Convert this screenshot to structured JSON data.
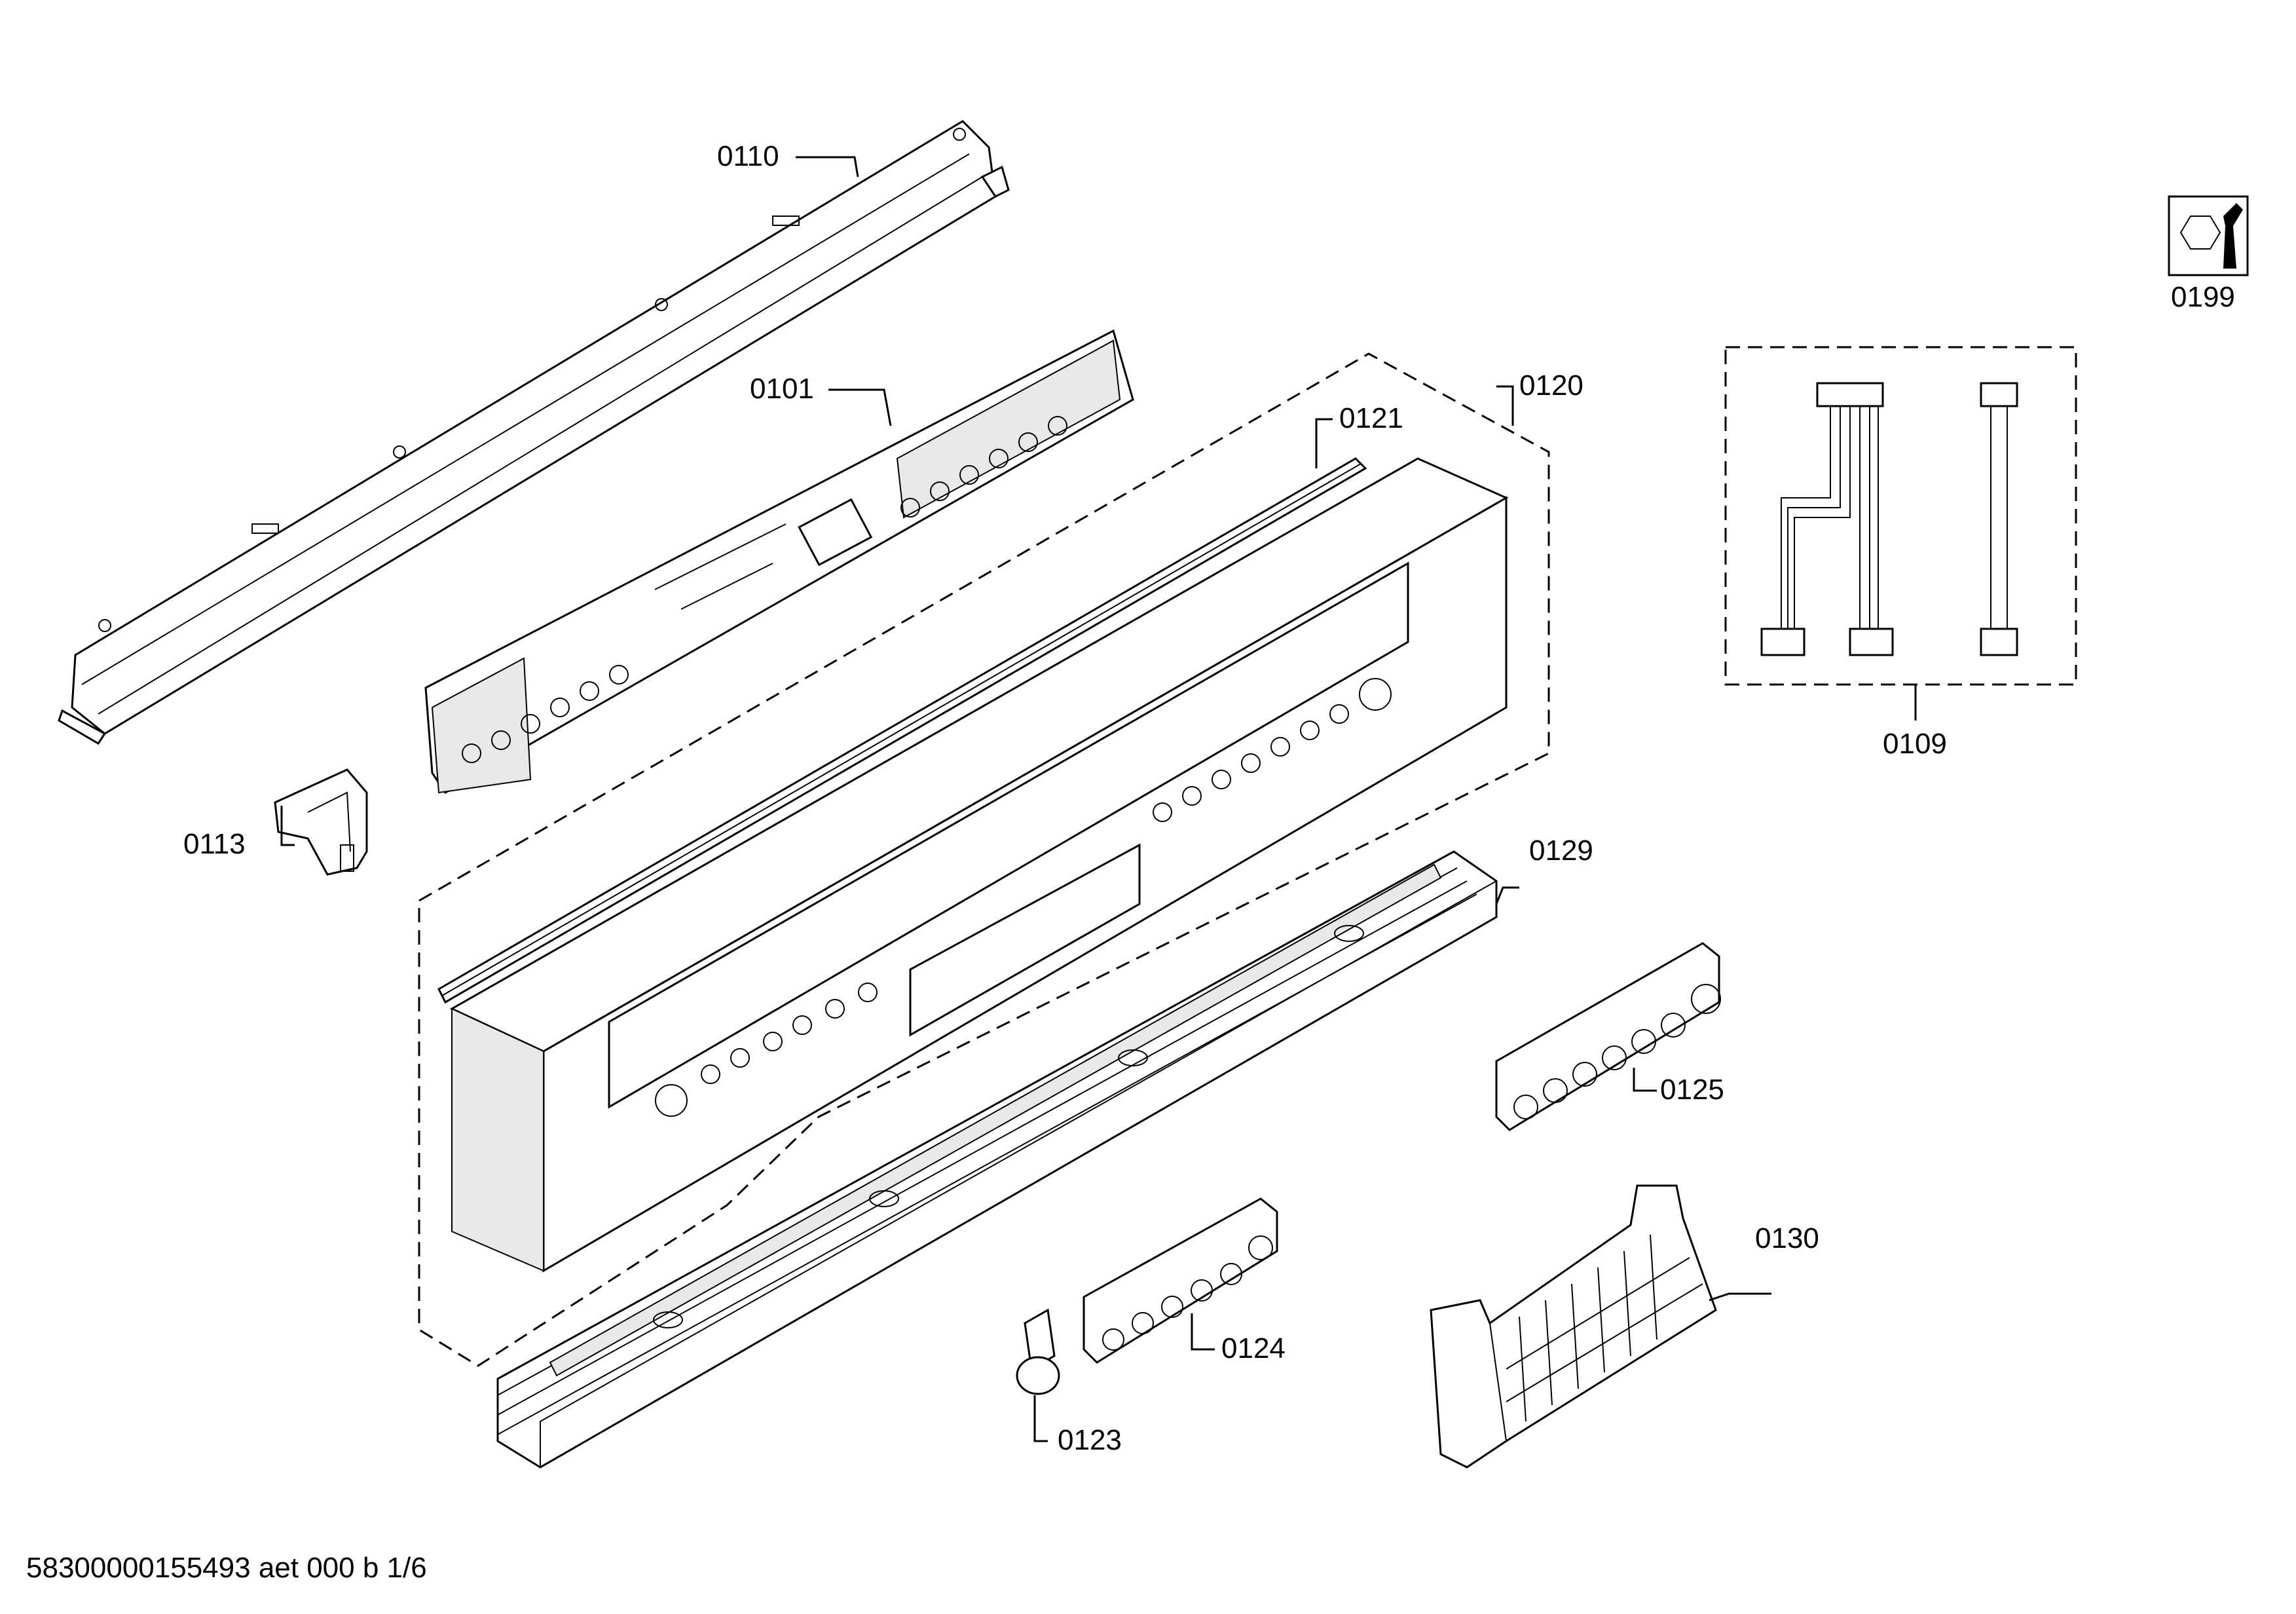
{
  "labels": {
    "p0110": "0110",
    "p0101": "0101",
    "p0121": "0121",
    "p0120": "0120",
    "p0199": "0199",
    "p0109": "0109",
    "p0113": "0113",
    "p0129": "0129",
    "p0125": "0125",
    "p0130": "0130",
    "p0124": "0124",
    "p0123": "0123"
  },
  "footer": "58300000155493 aet 000 b 1/6"
}
